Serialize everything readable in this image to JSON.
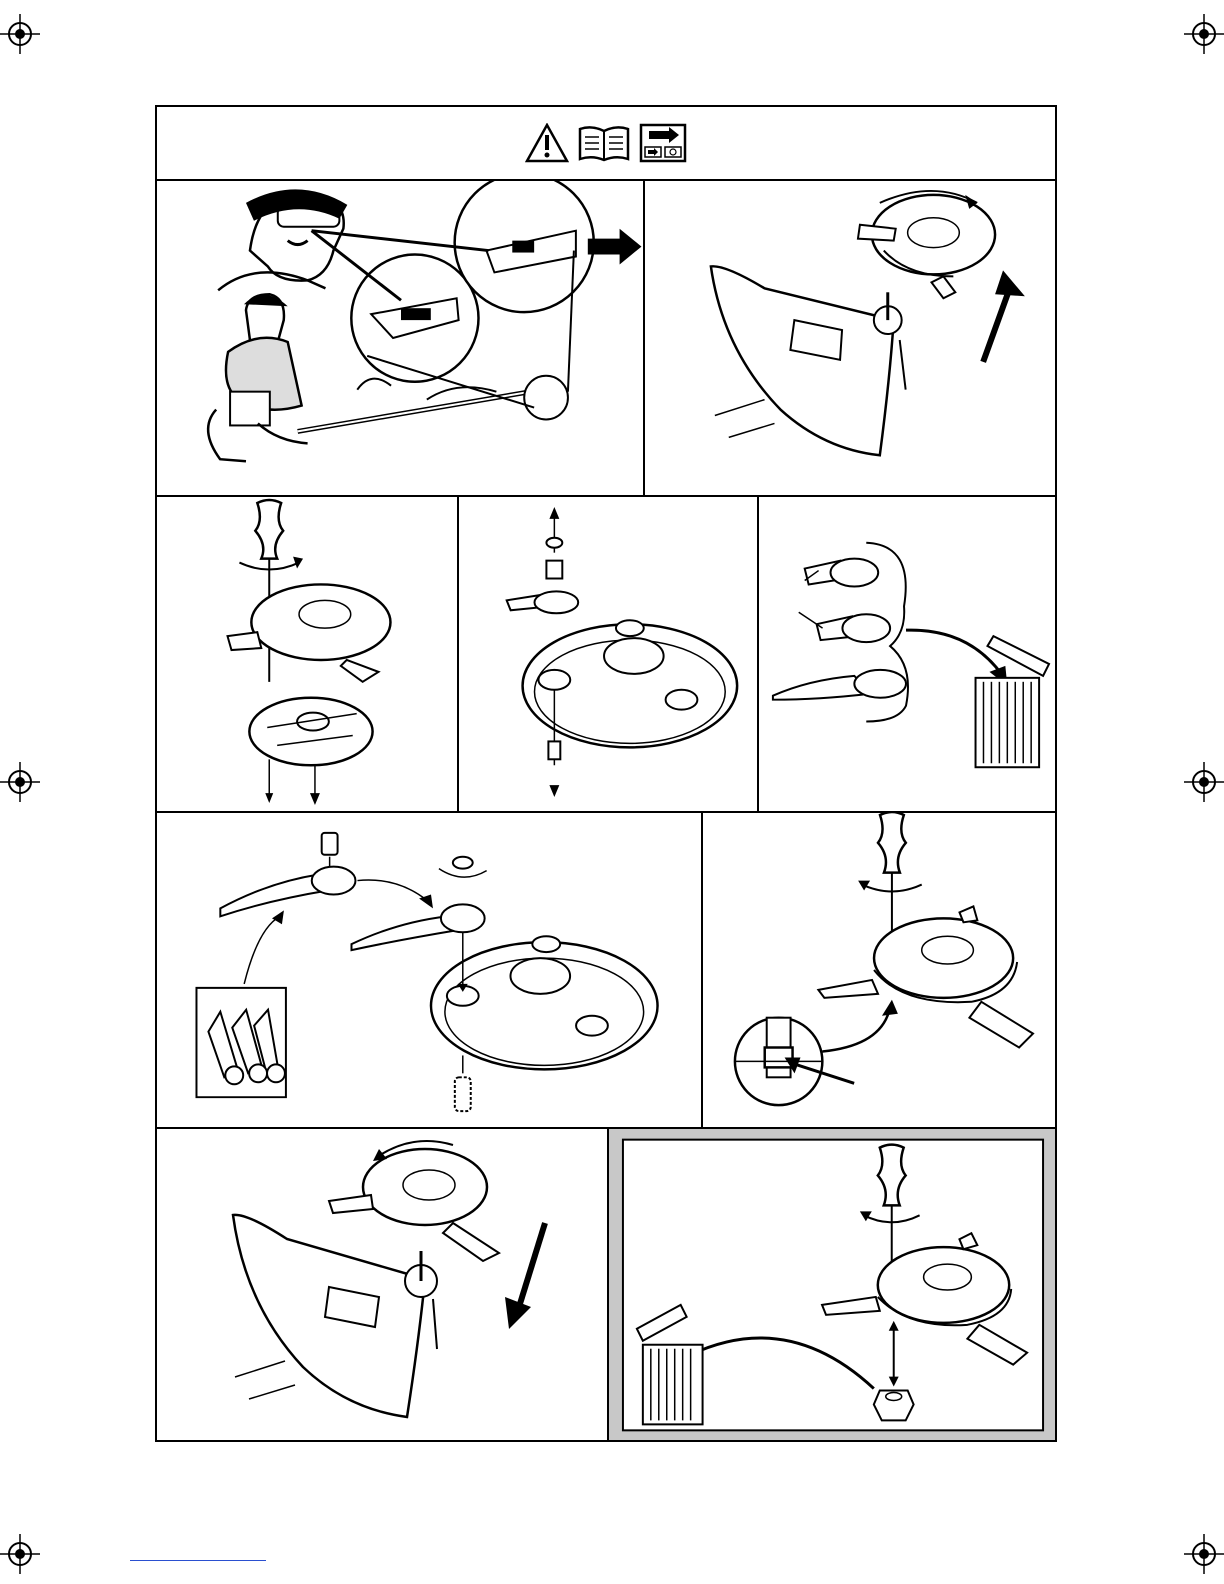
{
  "page": {
    "header_icons": [
      "warning-triangle-icon",
      "open-book-icon",
      "instruction-sheet-icon"
    ],
    "accent_colors": {
      "line": "#000000",
      "shaded_panel": "#c8c8c8",
      "footer_rule": "#2a4fd0"
    }
  },
  "panels": [
    {
      "step": "wear-protective-equipment-and-guard"
    },
    {
      "step": "remove-cutting-head-from-guard"
    },
    {
      "step": "unscrew-cover"
    },
    {
      "step": "remove-blade-and-bolt"
    },
    {
      "step": "discard-worn-blades"
    },
    {
      "step": "fit-new-blades"
    },
    {
      "step": "tighten-screws-check-nut"
    },
    {
      "step": "refit-cutting-head"
    },
    {
      "step": "replace-nut-and-discard-old"
    }
  ]
}
